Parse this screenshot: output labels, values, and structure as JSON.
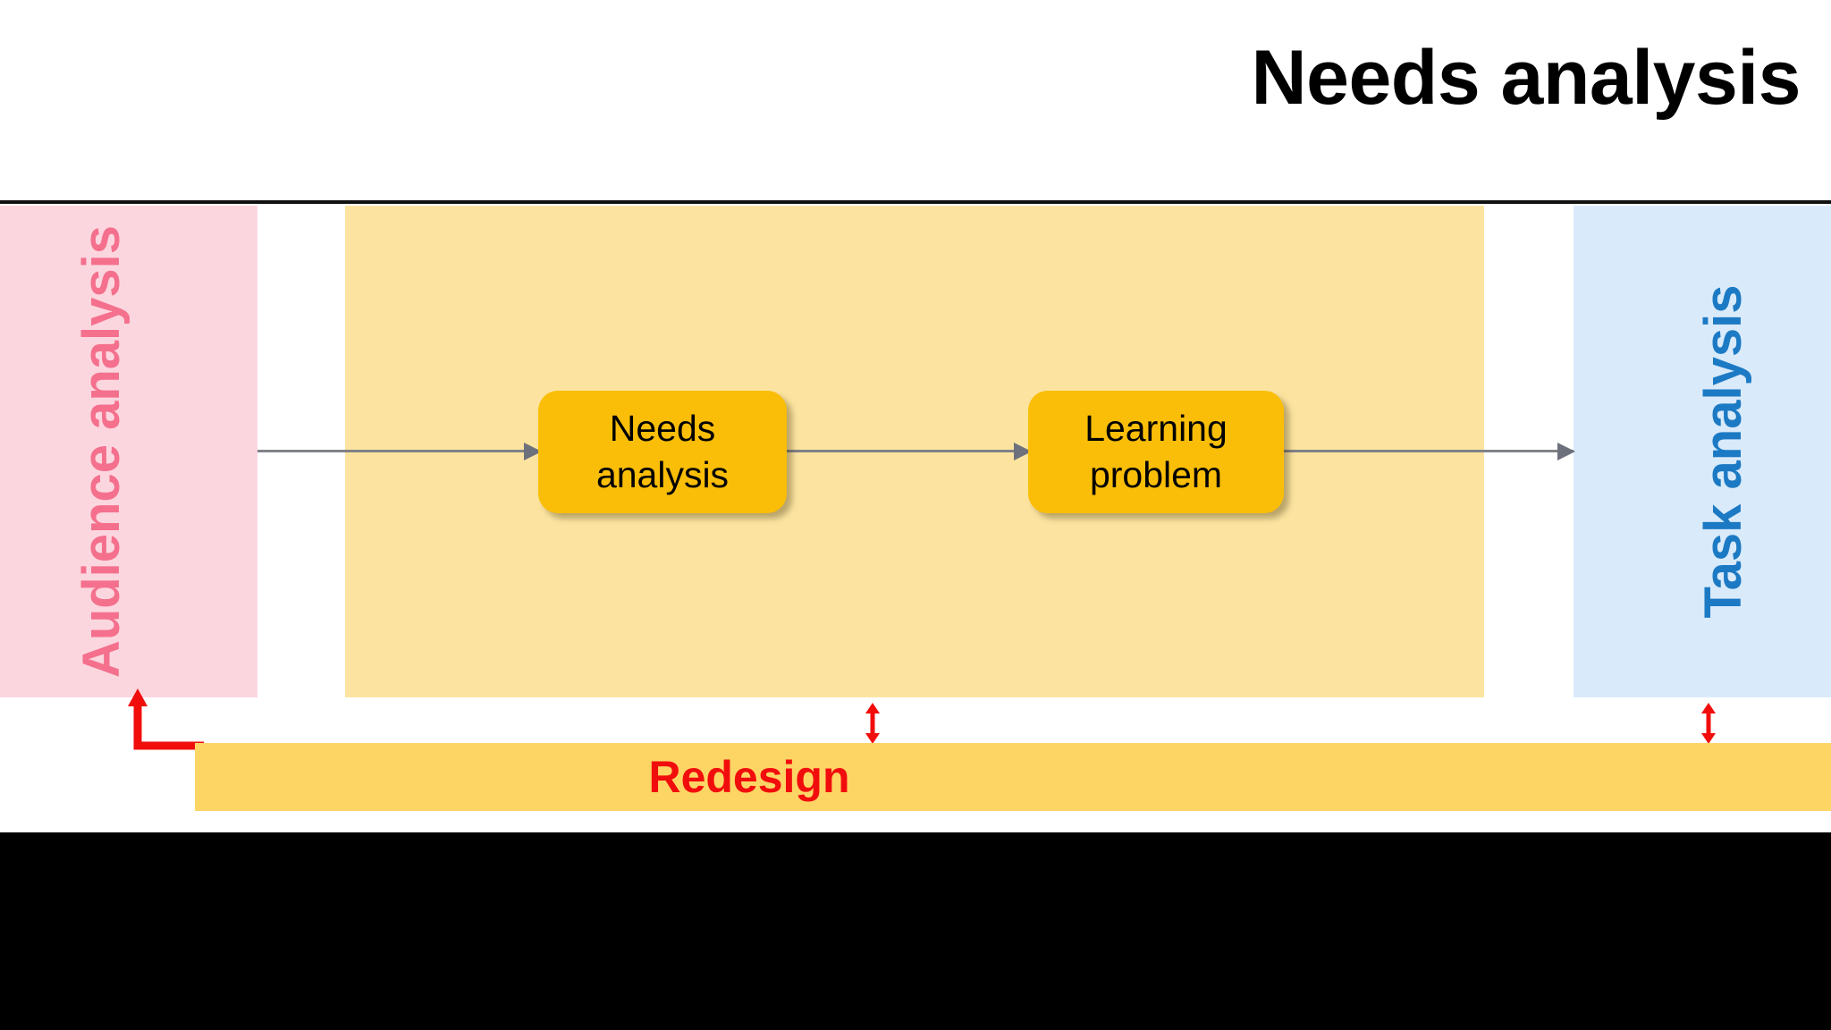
{
  "slide": {
    "title": "Needs analysis",
    "background_color": "#FFFFFF"
  },
  "panels": {
    "left": {
      "label": "Audience analysis",
      "fill_color": "#FCD6DF",
      "text_color": "#F4708D",
      "orientation": "vertical-bottom-to-top"
    },
    "center": {
      "label": "",
      "fill_color": "#FCE4A0"
    },
    "right": {
      "label": "Task analysis",
      "fill_color": "#D9EAFA",
      "text_color": "#1C7AC4",
      "orientation": "vertical-bottom-to-top"
    }
  },
  "process_boxes": [
    {
      "line1": "Needs",
      "line2": "analysis",
      "fill_color": "#FBBE08",
      "text_color": "#000000"
    },
    {
      "line1": "Learning",
      "line2": "problem",
      "fill_color": "#FBBE08",
      "text_color": "#000000"
    }
  ],
  "connectors": {
    "color": "#808288",
    "count": 3,
    "direction": "left-to-right"
  },
  "redesign_bar": {
    "label": "Redesign",
    "fill_color": "#FDD565",
    "text_color": "#F20D0D"
  },
  "feedback_arrows": {
    "color": "#F20D0D",
    "center_arrow": "double-headed-vertical",
    "right_arrow": "double-headed-vertical",
    "left_arrow": "elbow-up-to-audience-panel"
  },
  "bottom_band": {
    "fill_color": "#000000"
  }
}
